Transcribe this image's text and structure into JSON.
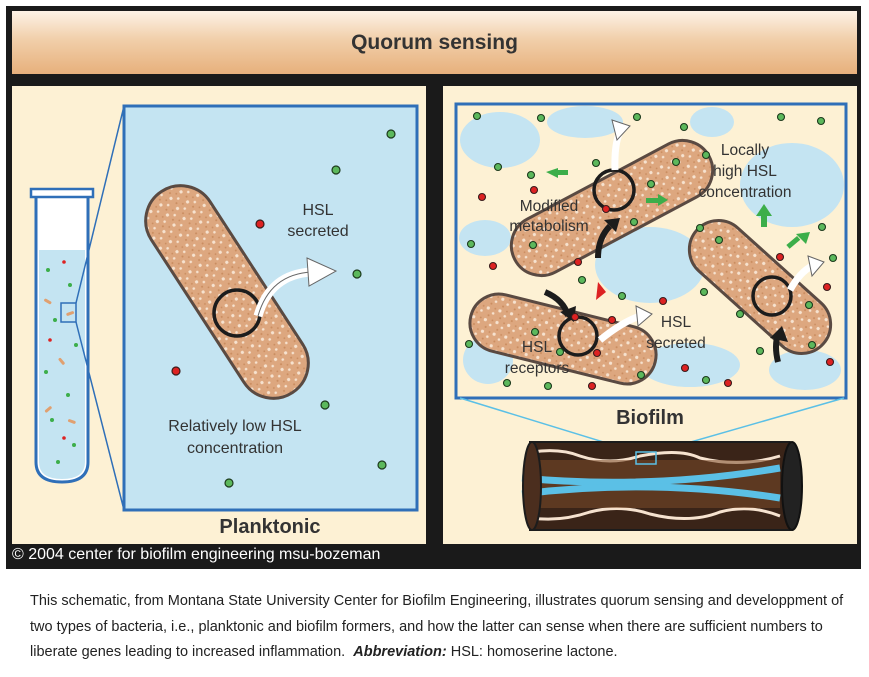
{
  "figure": {
    "title": "Quorum sensing",
    "copyright": "© 2004 center for biofilm engineering msu-bozeman",
    "left_panel": {
      "heading": "Planktonic",
      "hsl_secreted": [
        "HSL",
        "secreted"
      ],
      "low_concentration": [
        "Relatively low HSL",
        "concentration"
      ]
    },
    "right_panel": {
      "heading": "Biofilm",
      "modified_metabolism": [
        "Modified",
        "metabolism"
      ],
      "locally_high": [
        "Locally",
        "high HSL",
        "concentration"
      ],
      "hsl_secreted": [
        "HSL",
        "secreted"
      ],
      "hsl_receptors": [
        "HSL",
        "receptors"
      ]
    },
    "colors": {
      "header_accent": "#e7b07c",
      "panel_bg": "#fdf1d4",
      "water": "#c4e4f2",
      "bacteria": "#dda77f",
      "frame": "#2f6fb8",
      "hsl_red": "#d22",
      "hsl_green": "#5cb85c"
    }
  },
  "caption": {
    "text": "This schematic, from Montana State University Center for Biofilm Engineering, illustrates quorum sensing and developpment of two types of bacteria, i.e., planktonic and biofilm formers, and how the latter can sense when there are sufficient numbers to liberate genes leading to increased inflammation.",
    "abbrev_label": "Abbreviation:",
    "abbrev_text": "HSL: homoserine lactone."
  }
}
